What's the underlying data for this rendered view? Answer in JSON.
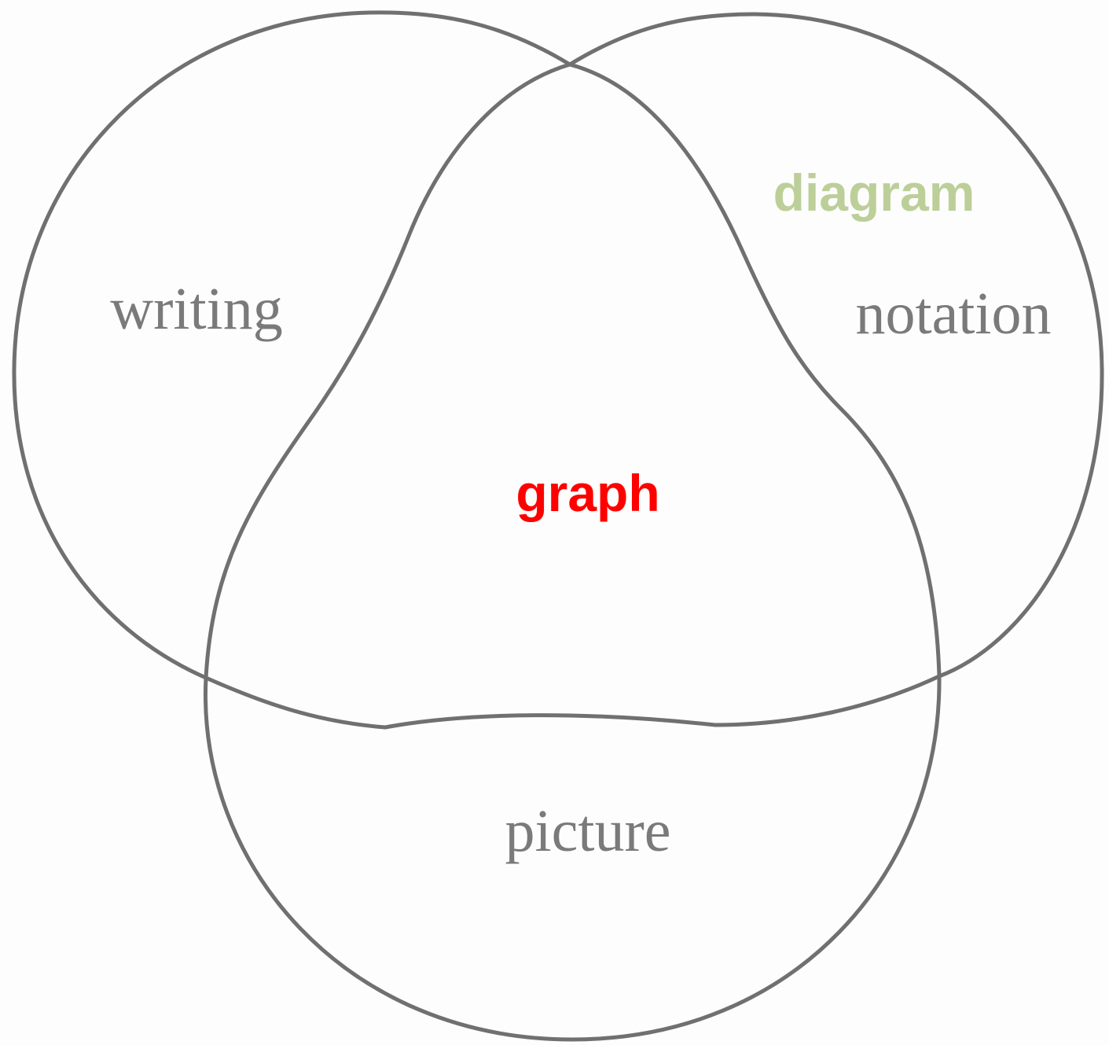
{
  "diagram": {
    "regions": {
      "writing": "writing",
      "notation": "notation",
      "picture": "picture"
    },
    "overlay_labels": {
      "diagram": "diagram",
      "graph": "graph"
    },
    "colors": {
      "outline": "#707070",
      "region_text": "#7a7a7a",
      "diagram_text": "#bccf99",
      "graph_text": "#ff0000",
      "background": "#fdfdfd"
    }
  }
}
